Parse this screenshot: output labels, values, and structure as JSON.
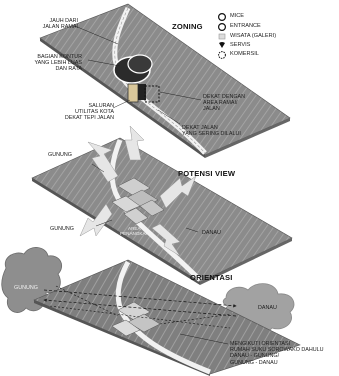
{
  "diagram": {
    "panels": [
      {
        "title": "ZONING",
        "legend": [
          {
            "icon": "mice-icon",
            "label": "MICE"
          },
          {
            "icon": "entrance-icon",
            "label": "ENTRANCE"
          },
          {
            "icon": "gallery-icon",
            "label": "WISATA (GALERI)"
          },
          {
            "icon": "service-icon",
            "label": "SERVIS"
          },
          {
            "icon": "commercial-icon",
            "label": "KOMERSIL"
          }
        ],
        "annotations": {
          "far_from_busy_road": "JAUH DARI\nJALAN RAMAI",
          "wide_flat_contour": "BAGIAN KONTUR\nYANG LEBIH LUAS\nDAN RATA",
          "city_utilities": "SALURAN\nUTILITAS KOTA\nDEKAT TEPI JALAN",
          "near_busy_area": "DEKAT DENGAN\nAREA RAMAI/\nJALAN",
          "near_frequent_road": "DEKAT JALAN\nYANG SERING DILALUI"
        }
      },
      {
        "title": "POTENSI VIEW",
        "labels": {
          "mountain_top": "GUNUNG",
          "mountain_bottom": "GUNUNG",
          "viewing_area": "AREA\nPENANGKAP",
          "lake": "DANAU"
        }
      },
      {
        "title": "ORIENTASI",
        "labels": {
          "mountain": "GUNUNG",
          "lake": "DANAU",
          "orientation_note": "MENGIKUTI ORIENTASI\nRUMAH SUKU SOROWAKO DAHULU\nDANAU - GUNUNG/\nGUNUNG - DANAU"
        }
      }
    ]
  },
  "colors": {
    "plane": "#8a8a8a",
    "plane_dark": "#6e6e6e",
    "contour": "#b8b8b8",
    "road": "#ffffff",
    "cloud": "#9a9a9a",
    "ink": "#222222"
  }
}
